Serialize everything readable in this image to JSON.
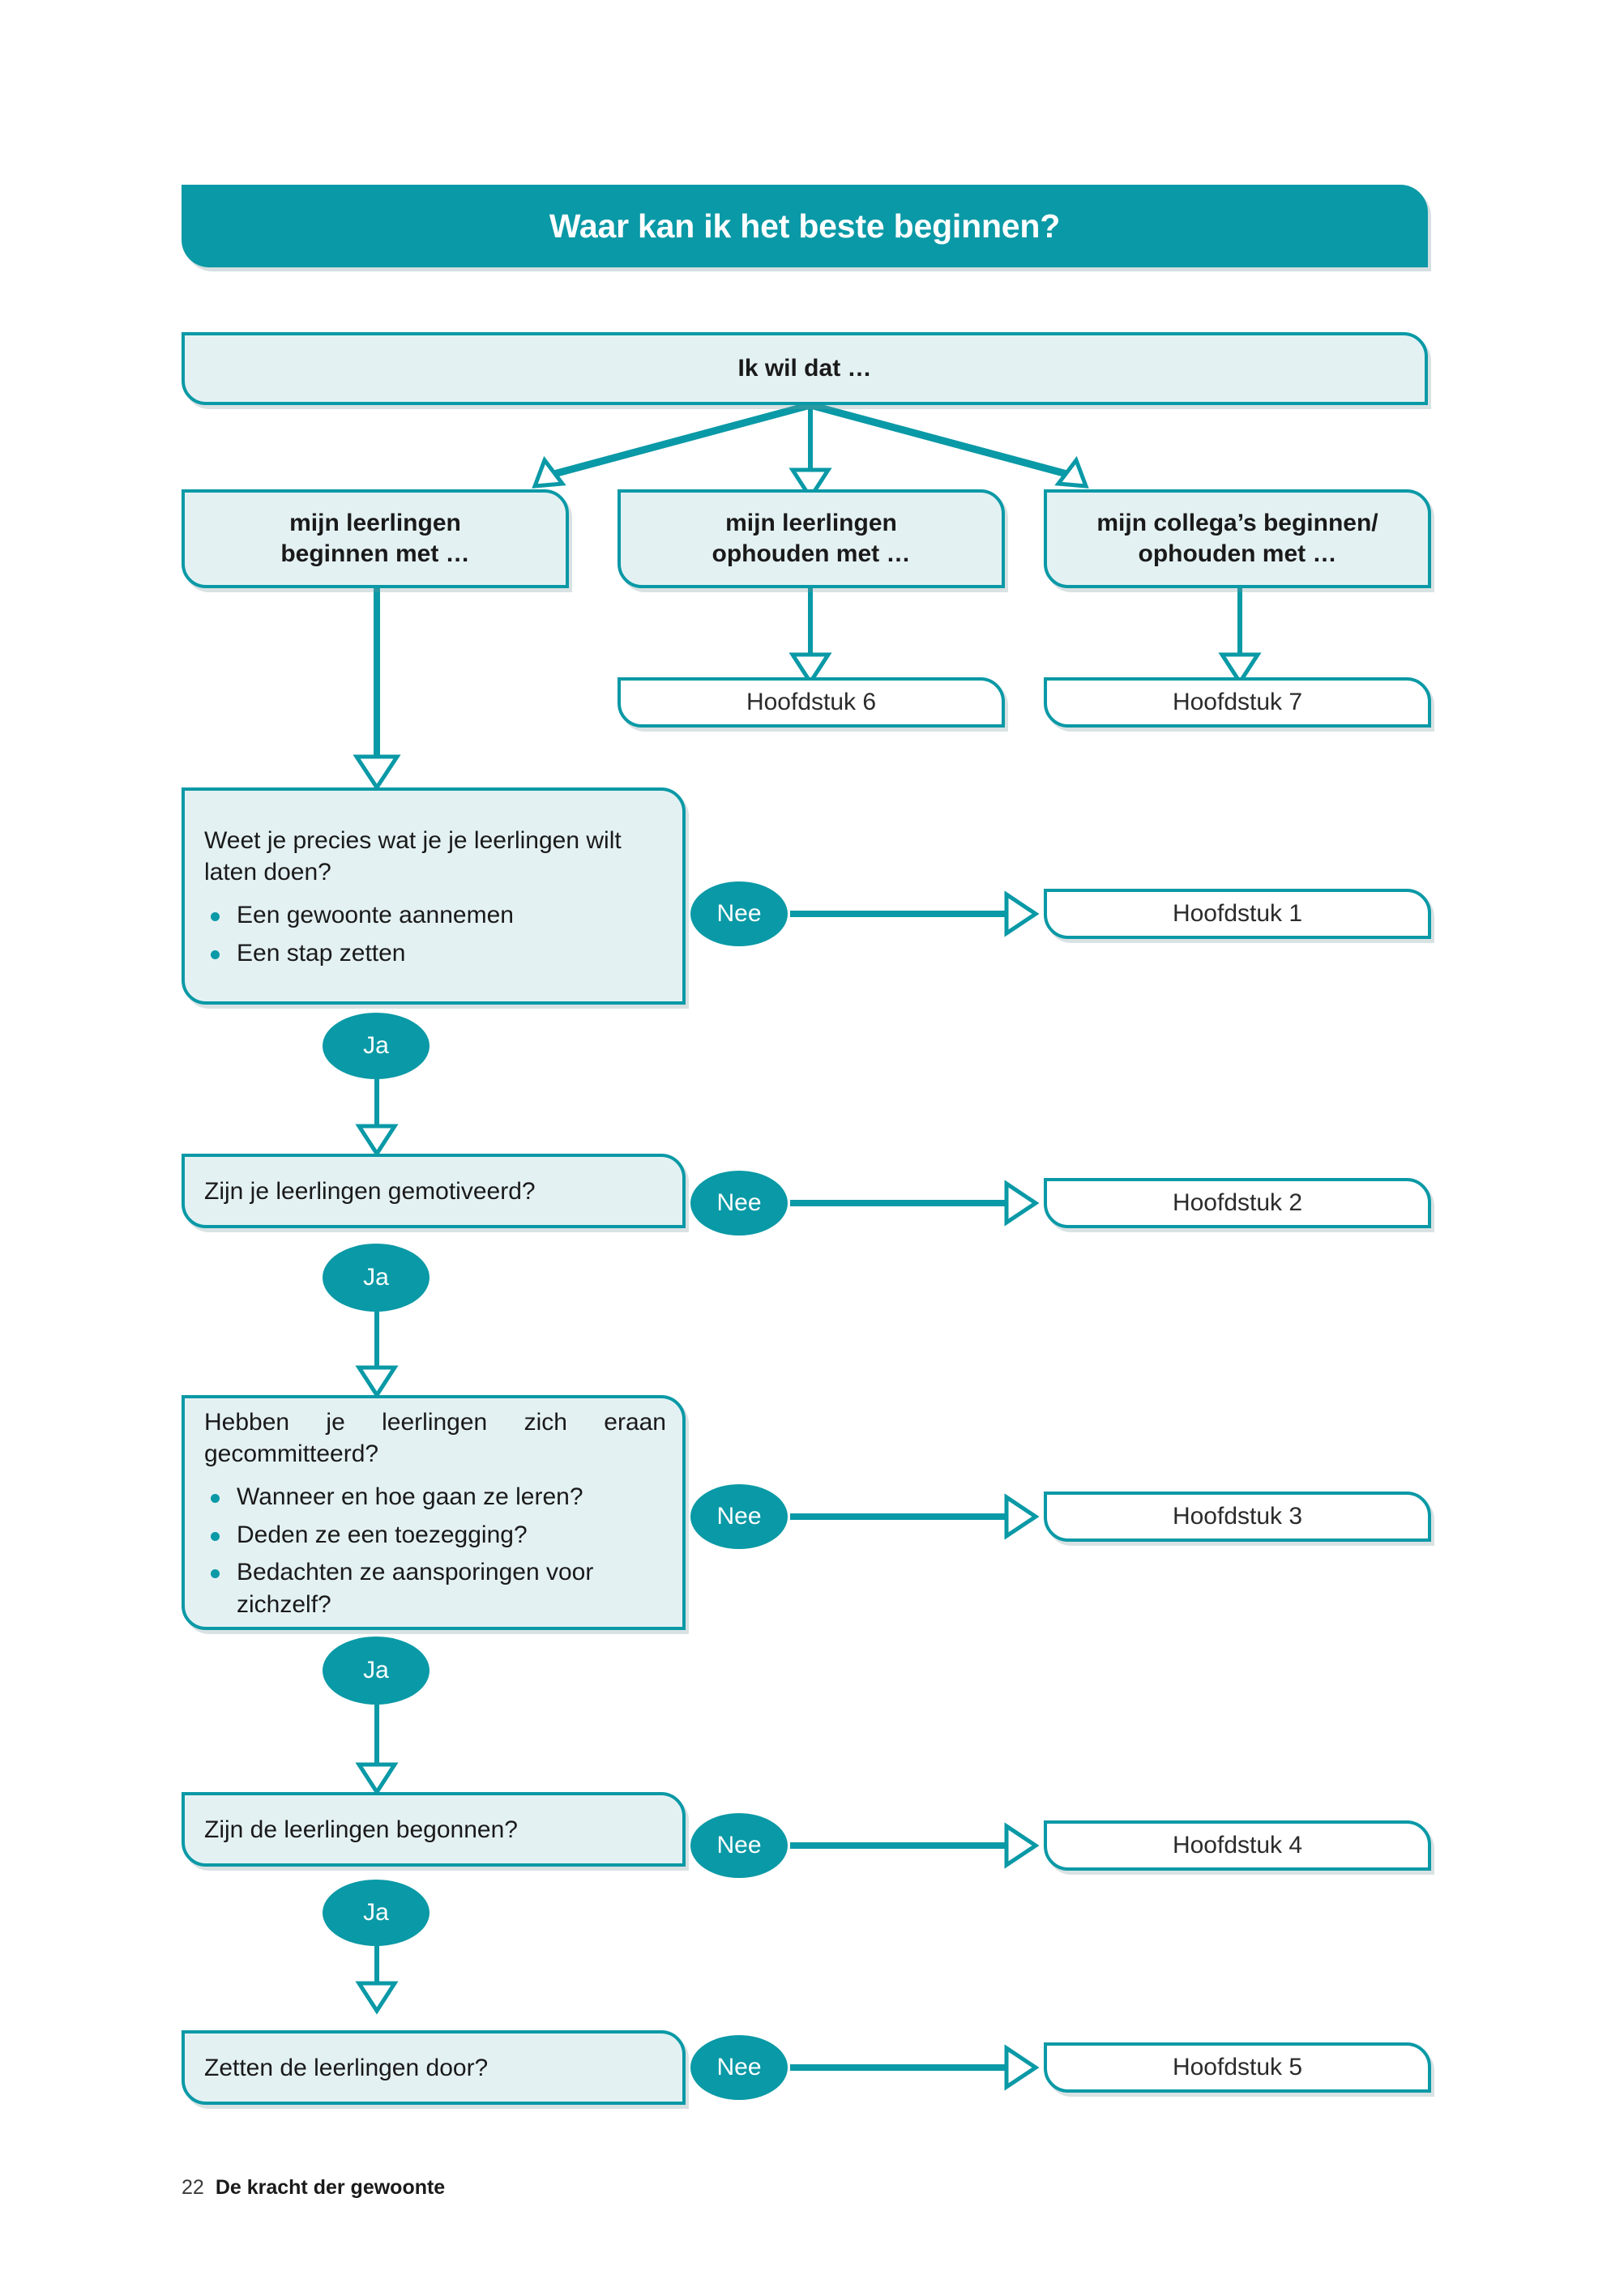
{
  "page": {
    "footer_page_number": "22",
    "footer_title": "De kracht der gewoonte"
  },
  "colors": {
    "teal": "#0A99A6",
    "light_fill": "#E4F1F3",
    "white": "#FFFFFF",
    "text": "#1A1A1A"
  },
  "header": {
    "title": "Waar kan ik het beste beginnen?"
  },
  "chart_data": {
    "type": "flowchart",
    "title": "Waar kan ik het beste beginnen?",
    "root": "Ik wil dat …",
    "branches": [
      "mijn leerlingen beginnen met …",
      "mijn leerlingen ophouden met …",
      "mijn collega’s beginnen/ ophouden met …"
    ],
    "decisions": [
      {
        "question": "Weet je precies wat je je leerlingen wilt laten doen?",
        "no": "Hoofdstuk 1",
        "yes": "next"
      },
      {
        "question": "Zijn je leerlingen gemotiveerd?",
        "no": "Hoofdstuk 2",
        "yes": "next"
      },
      {
        "question": "Hebben je leerlingen zich eraan gecommitteerd?",
        "no": "Hoofdstuk 3",
        "yes": "next"
      },
      {
        "question": "Zijn de leerlingen begonnen?",
        "no": "Hoofdstuk 4",
        "yes": "next"
      },
      {
        "question": "Zetten de leerlingen door?",
        "no": "Hoofdstuk 5",
        "yes": null
      }
    ],
    "direct_outcomes": [
      {
        "from": "mijn leerlingen ophouden met …",
        "to": "Hoofdstuk 6"
      },
      {
        "from": "mijn collega’s beginnen/ ophouden met …",
        "to": "Hoofdstuk 7"
      }
    ]
  },
  "root_box": {
    "label": "Ik wil dat …"
  },
  "branch_boxes": [
    {
      "line1": "mijn leerlingen",
      "line2": "beginnen met …"
    },
    {
      "line1": "mijn leerlingen",
      "line2": "ophouden met …"
    },
    {
      "line1": "mijn collega’s beginnen/",
      "line2": "ophouden met …"
    }
  ],
  "chapter_boxes": {
    "ch6": "Hoofdstuk 6",
    "ch7": "Hoofdstuk 7",
    "ch1": "Hoofdstuk 1",
    "ch2": "Hoofdstuk 2",
    "ch3": "Hoofdstuk 3",
    "ch4": "Hoofdstuk 4",
    "ch5": "Hoofdstuk 5"
  },
  "questions": {
    "q1": {
      "text": "Weet je precies wat je je leerlingen wilt laten doen?",
      "bullets": [
        "Een gewoonte aannemen",
        "Een stap zetten"
      ]
    },
    "q2": {
      "text": "Zijn je leerlingen gemotiveerd?",
      "bullets": []
    },
    "q3": {
      "text": "Hebben je leerlingen zich eraan gecommitteerd?",
      "bullets": [
        "Wanneer en hoe gaan ze leren?",
        "Deden ze een toezegging?",
        "Bedachten ze aansporingen voor zichzelf?"
      ]
    },
    "q4": {
      "text": "Zijn de leerlingen begonnen?",
      "bullets": []
    },
    "q5": {
      "text": "Zetten de leerlingen door?",
      "bullets": []
    }
  },
  "labels": {
    "no": "Nee",
    "yes": "Ja"
  }
}
